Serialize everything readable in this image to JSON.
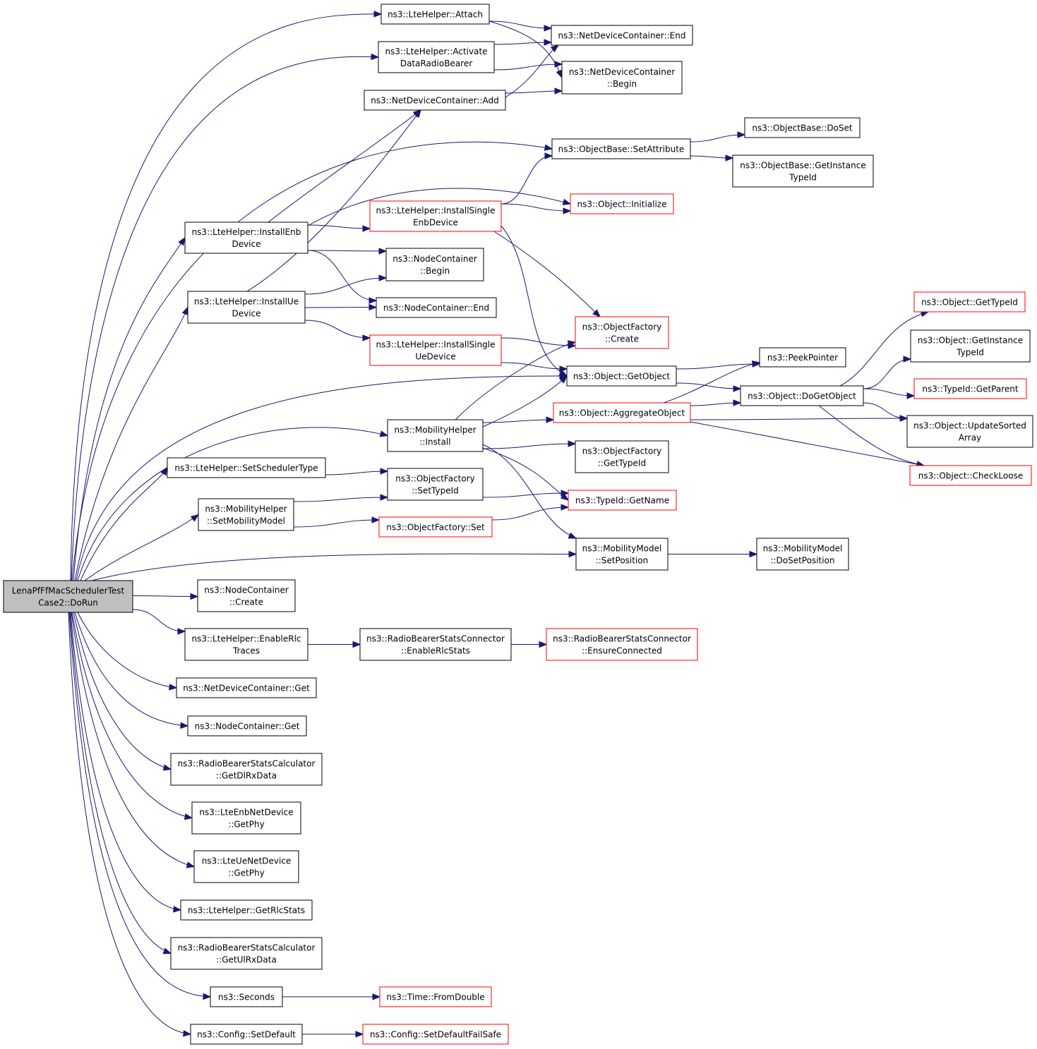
{
  "colors": {
    "edge": "#191970",
    "node_border": "#000000",
    "node_border_external": "#ff0000",
    "root_fill": "#bfbfbf"
  },
  "nodes": [
    {
      "id": "root",
      "lines": [
        "LenaPfFfMacSchedulerTest",
        "Case2::DoRun"
      ],
      "style": "root"
    },
    {
      "id": "attach",
      "lines": [
        "ns3::LteHelper::Attach"
      ],
      "style": "normal"
    },
    {
      "id": "activate",
      "lines": [
        "ns3::LteHelper::Activate",
        "DataRadioBearer"
      ],
      "style": "normal"
    },
    {
      "id": "ndc_add",
      "lines": [
        "ns3::NetDeviceContainer::Add"
      ],
      "style": "normal"
    },
    {
      "id": "ndc_end",
      "lines": [
        "ns3::NetDeviceContainer::End"
      ],
      "style": "normal"
    },
    {
      "id": "ndc_begin",
      "lines": [
        "ns3::NetDeviceContainer",
        "::Begin"
      ],
      "style": "normal"
    },
    {
      "id": "setattr",
      "lines": [
        "ns3::ObjectBase::SetAttribute"
      ],
      "style": "normal"
    },
    {
      "id": "doset",
      "lines": [
        "ns3::ObjectBase::DoSet"
      ],
      "style": "normal"
    },
    {
      "id": "getinst_base",
      "lines": [
        "ns3::ObjectBase::GetInstance",
        "TypeId"
      ],
      "style": "normal"
    },
    {
      "id": "initialize",
      "lines": [
        "ns3::Object::Initialize"
      ],
      "style": "external"
    },
    {
      "id": "install_enb",
      "lines": [
        "ns3::LteHelper::InstallEnb",
        "Device"
      ],
      "style": "normal"
    },
    {
      "id": "install_single_enb",
      "lines": [
        "ns3::LteHelper::InstallSingle",
        "EnbDevice"
      ],
      "style": "external"
    },
    {
      "id": "nc_begin",
      "lines": [
        "ns3::NodeContainer",
        "::Begin"
      ],
      "style": "normal"
    },
    {
      "id": "install_ue",
      "lines": [
        "ns3::LteHelper::InstallUe",
        "Device"
      ],
      "style": "normal"
    },
    {
      "id": "nc_end",
      "lines": [
        "ns3::NodeContainer::End"
      ],
      "style": "normal"
    },
    {
      "id": "of_create",
      "lines": [
        "ns3::ObjectFactory",
        "::Create"
      ],
      "style": "external"
    },
    {
      "id": "install_single_ue",
      "lines": [
        "ns3::LteHelper::InstallSingle",
        "UeDevice"
      ],
      "style": "external"
    },
    {
      "id": "peek",
      "lines": [
        "ns3::PeekPointer"
      ],
      "style": "normal"
    },
    {
      "id": "getobject",
      "lines": [
        "ns3::Object::GetObject"
      ],
      "style": "normal"
    },
    {
      "id": "dogetobject",
      "lines": [
        "ns3::Object::DoGetObject"
      ],
      "style": "normal"
    },
    {
      "id": "obj_gettypeid",
      "lines": [
        "ns3::Object::GetTypeId"
      ],
      "style": "external"
    },
    {
      "id": "obj_getinst",
      "lines": [
        "ns3::Object::GetInstance",
        "TypeId"
      ],
      "style": "normal"
    },
    {
      "id": "getparent",
      "lines": [
        "ns3::TypeId::GetParent"
      ],
      "style": "external"
    },
    {
      "id": "aggregate",
      "lines": [
        "ns3::Object::AggregateObject"
      ],
      "style": "external"
    },
    {
      "id": "update_sorted",
      "lines": [
        "ns3::Object::UpdateSorted",
        "Array"
      ],
      "style": "normal"
    },
    {
      "id": "checkloose",
      "lines": [
        "ns3::Object::CheckLoose"
      ],
      "style": "external"
    },
    {
      "id": "mob_install",
      "lines": [
        "ns3::MobilityHelper",
        "::Install"
      ],
      "style": "normal"
    },
    {
      "id": "of_gettypeid",
      "lines": [
        "ns3::ObjectFactory",
        "::GetTypeId"
      ],
      "style": "normal"
    },
    {
      "id": "set_sched",
      "lines": [
        "ns3::LteHelper::SetSchedulerType"
      ],
      "style": "normal"
    },
    {
      "id": "of_settypeid",
      "lines": [
        "ns3::ObjectFactory",
        "::SetTypeId"
      ],
      "style": "normal"
    },
    {
      "id": "getname",
      "lines": [
        "ns3::TypeId::GetName"
      ],
      "style": "external"
    },
    {
      "id": "set_mob_model",
      "lines": [
        "ns3::MobilityHelper",
        "::SetMobilityModel"
      ],
      "style": "normal"
    },
    {
      "id": "of_set",
      "lines": [
        "ns3::ObjectFactory::Set"
      ],
      "style": "external"
    },
    {
      "id": "mm_setpos",
      "lines": [
        "ns3::MobilityModel",
        "::SetPosition"
      ],
      "style": "normal"
    },
    {
      "id": "mm_dosetpos",
      "lines": [
        "ns3::MobilityModel",
        "::DoSetPosition"
      ],
      "style": "normal"
    },
    {
      "id": "nc_create",
      "lines": [
        "ns3::NodeContainer",
        "::Create"
      ],
      "style": "normal"
    },
    {
      "id": "enable_rlc",
      "lines": [
        "ns3::LteHelper::EnableRlc",
        "Traces"
      ],
      "style": "normal"
    },
    {
      "id": "rbsc_enable",
      "lines": [
        "ns3::RadioBearerStatsConnector",
        "::EnableRlcStats"
      ],
      "style": "normal"
    },
    {
      "id": "rbsc_ensure",
      "lines": [
        "ns3::RadioBearerStatsConnector",
        "::EnsureConnected"
      ],
      "style": "external"
    },
    {
      "id": "ndc_get",
      "lines": [
        "ns3::NetDeviceContainer::Get"
      ],
      "style": "normal"
    },
    {
      "id": "nc_get",
      "lines": [
        "ns3::NodeContainer::Get"
      ],
      "style": "normal"
    },
    {
      "id": "rbscalc_dl",
      "lines": [
        "ns3::RadioBearerStatsCalculator",
        "::GetDlRxData"
      ],
      "style": "normal"
    },
    {
      "id": "enb_getphy",
      "lines": [
        "ns3::LteEnbNetDevice",
        "::GetPhy"
      ],
      "style": "normal"
    },
    {
      "id": "ue_getphy",
      "lines": [
        "ns3::LteUeNetDevice",
        "::GetPhy"
      ],
      "style": "normal"
    },
    {
      "id": "get_rlcstats",
      "lines": [
        "ns3::LteHelper::GetRlcStats"
      ],
      "style": "normal"
    },
    {
      "id": "rbscalc_ul",
      "lines": [
        "ns3::RadioBearerStatsCalculator",
        "::GetUlRxData"
      ],
      "style": "normal"
    },
    {
      "id": "seconds",
      "lines": [
        "ns3::Seconds"
      ],
      "style": "normal"
    },
    {
      "id": "fromdouble",
      "lines": [
        "ns3::Time::FromDouble"
      ],
      "style": "external"
    },
    {
      "id": "cfg_setdefault",
      "lines": [
        "ns3::Config::SetDefault"
      ],
      "style": "normal"
    },
    {
      "id": "cfg_failsafe",
      "lines": [
        "ns3::Config::SetDefaultFailSafe"
      ],
      "style": "external"
    }
  ],
  "edges": [
    [
      "root",
      "attach"
    ],
    [
      "root",
      "activate"
    ],
    [
      "root",
      "setattr"
    ],
    [
      "root",
      "install_enb"
    ],
    [
      "root",
      "install_ue"
    ],
    [
      "root",
      "getobject"
    ],
    [
      "root",
      "mob_install"
    ],
    [
      "root",
      "set_sched"
    ],
    [
      "root",
      "set_mob_model"
    ],
    [
      "root",
      "mm_setpos"
    ],
    [
      "root",
      "nc_create"
    ],
    [
      "root",
      "enable_rlc"
    ],
    [
      "root",
      "ndc_get"
    ],
    [
      "root",
      "nc_get"
    ],
    [
      "root",
      "rbscalc_dl"
    ],
    [
      "root",
      "enb_getphy"
    ],
    [
      "root",
      "ue_getphy"
    ],
    [
      "root",
      "get_rlcstats"
    ],
    [
      "root",
      "rbscalc_ul"
    ],
    [
      "root",
      "seconds"
    ],
    [
      "root",
      "cfg_setdefault"
    ],
    [
      "attach",
      "ndc_end"
    ],
    [
      "attach",
      "ndc_begin"
    ],
    [
      "activate",
      "ndc_end"
    ],
    [
      "activate",
      "ndc_begin"
    ],
    [
      "ndc_add",
      "ndc_end"
    ],
    [
      "ndc_add",
      "ndc_begin"
    ],
    [
      "setattr",
      "doset"
    ],
    [
      "setattr",
      "getinst_base"
    ],
    [
      "install_enb",
      "ndc_add"
    ],
    [
      "install_enb",
      "initialize"
    ],
    [
      "install_enb",
      "install_single_enb"
    ],
    [
      "install_enb",
      "nc_begin"
    ],
    [
      "install_enb",
      "nc_end"
    ],
    [
      "install_single_enb",
      "setattr"
    ],
    [
      "install_single_enb",
      "initialize"
    ],
    [
      "install_single_enb",
      "of_create"
    ],
    [
      "install_single_enb",
      "getobject"
    ],
    [
      "install_ue",
      "ndc_add"
    ],
    [
      "install_ue",
      "nc_begin"
    ],
    [
      "install_ue",
      "nc_end"
    ],
    [
      "install_ue",
      "install_single_ue"
    ],
    [
      "install_single_ue",
      "of_create"
    ],
    [
      "install_single_ue",
      "getobject"
    ],
    [
      "getobject",
      "peek"
    ],
    [
      "getobject",
      "dogetobject"
    ],
    [
      "aggregate",
      "peek"
    ],
    [
      "aggregate",
      "dogetobject"
    ],
    [
      "aggregate",
      "update_sorted"
    ],
    [
      "aggregate",
      "checkloose"
    ],
    [
      "dogetobject",
      "obj_gettypeid"
    ],
    [
      "dogetobject",
      "obj_getinst"
    ],
    [
      "dogetobject",
      "getparent"
    ],
    [
      "dogetobject",
      "update_sorted"
    ],
    [
      "dogetobject",
      "checkloose"
    ],
    [
      "mob_install",
      "of_create"
    ],
    [
      "mob_install",
      "getobject"
    ],
    [
      "mob_install",
      "aggregate"
    ],
    [
      "mob_install",
      "of_gettypeid"
    ],
    [
      "mob_install",
      "getname"
    ],
    [
      "mob_install",
      "mm_setpos"
    ],
    [
      "set_sched",
      "of_settypeid"
    ],
    [
      "of_settypeid",
      "getname"
    ],
    [
      "set_mob_model",
      "of_settypeid"
    ],
    [
      "set_mob_model",
      "of_set"
    ],
    [
      "of_set",
      "getname"
    ],
    [
      "mm_setpos",
      "mm_dosetpos"
    ],
    [
      "enable_rlc",
      "rbsc_enable"
    ],
    [
      "rbsc_enable",
      "rbsc_ensure"
    ],
    [
      "seconds",
      "fromdouble"
    ],
    [
      "cfg_setdefault",
      "cfg_failsafe"
    ]
  ]
}
